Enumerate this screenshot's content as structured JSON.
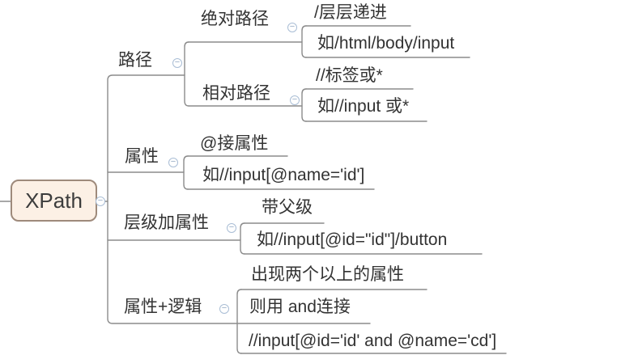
{
  "map": {
    "root": "XPath",
    "branches": [
      {
        "label": "路径",
        "children": [
          {
            "label": "绝对路径",
            "children": [
              {
                "label": "/层层递进"
              },
              {
                "label": "如/html/body/input"
              }
            ]
          },
          {
            "label": "相对路径",
            "children": [
              {
                "label": "//标签或*"
              },
              {
                "label": "如//input 或*"
              }
            ]
          }
        ]
      },
      {
        "label": "属性",
        "children": [
          {
            "label": "@接属性"
          },
          {
            "label": "如//input[@name='id']"
          }
        ]
      },
      {
        "label": "层级加属性",
        "children": [
          {
            "label": "带父级"
          },
          {
            "label": "如//input[@id=\"id\"]/button"
          }
        ]
      },
      {
        "label": "属性+逻辑",
        "children": [
          {
            "label": "出现两个以上的属性"
          },
          {
            "label": "则用 and连接"
          },
          {
            "label": "//input[@id='id' and @name='cd']"
          }
        ]
      }
    ]
  },
  "icons": {
    "collapse_glyph": "−"
  },
  "colors": {
    "root_fill": "#fcf0e5",
    "root_border": "#9e8a7b",
    "connector": "#8b8b8b",
    "text": "#333333",
    "collapse_ring": "#a9bdd5"
  }
}
